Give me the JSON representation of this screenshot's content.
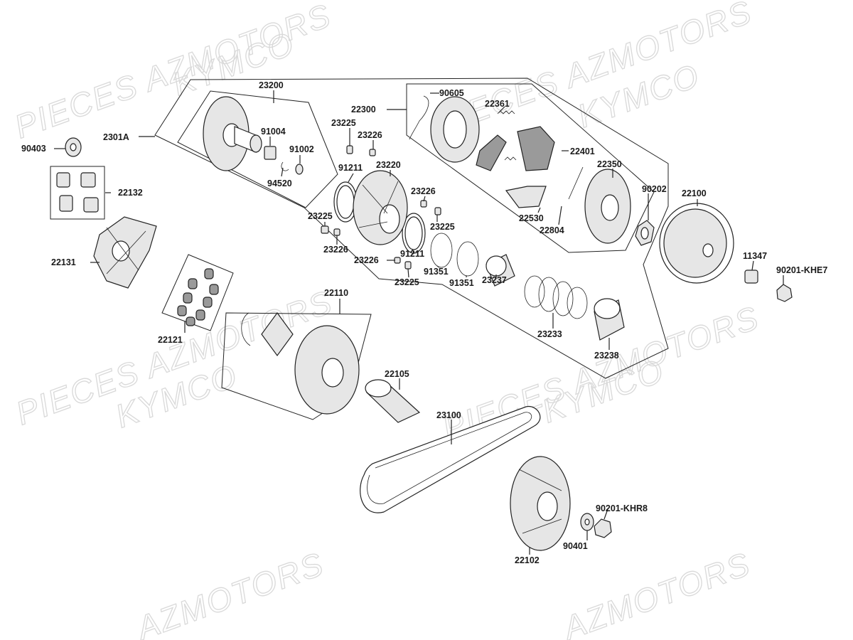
{
  "watermarks": [
    {
      "text": "PIECES AZMOTORS"
    },
    {
      "text": "KYMCO"
    },
    {
      "text": "PIECES AZMOTORS"
    },
    {
      "text": "KYMCO"
    },
    {
      "text": "PIECES AZMOTORS"
    },
    {
      "text": "KYMCO"
    },
    {
      "text": "PIECES AZMOTORS"
    },
    {
      "text": "KYMCO"
    },
    {
      "text": "AZMOTORS"
    },
    {
      "text": "AZMOTORS"
    }
  ],
  "part_labels": {
    "l23200": "23200",
    "l2301A": "2301A",
    "l90403": "90403",
    "l91004": "91004",
    "l91002": "91002",
    "l94520": "94520",
    "l22132": "22132",
    "l22131": "22131",
    "l22121": "22121",
    "l22300": "22300",
    "l90605": "90605",
    "l22361": "22361",
    "l23225a": "23225",
    "l23226a": "23226",
    "l91211a": "91211",
    "l23220": "23220",
    "l22401": "22401",
    "l22350": "22350",
    "l90202": "90202",
    "l22100": "22100",
    "l23226b": "23226",
    "l23225b": "23225",
    "l23225c": "23225",
    "l23226c": "23226",
    "l23226d": "23226",
    "l91211b": "91211",
    "l23225d": "23225",
    "l22530": "22530",
    "l22804": "22804",
    "l91351a": "91351",
    "l91351b": "91351",
    "l23237": "23237",
    "l11347": "11347",
    "l90201KHE7": "90201-KHE7",
    "l22110": "22110",
    "l23233": "23233",
    "l23238": "23238",
    "l22105": "22105",
    "l23100": "23100",
    "l90201KHR8": "90201-KHR8",
    "l90401": "90401",
    "l22102": "22102"
  }
}
